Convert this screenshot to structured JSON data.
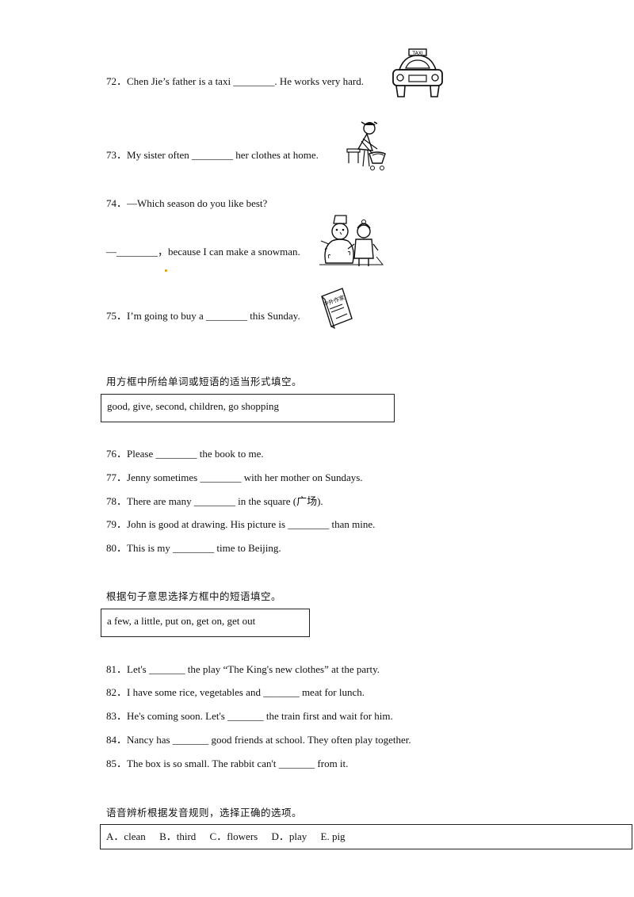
{
  "section1": {
    "q72": {
      "num": "72．",
      "text": "Chen Jie’s father is a taxi ________. He works very hard."
    },
    "q73": {
      "num": "73．",
      "text": "My sister often ________ her clothes at home."
    },
    "q74a": {
      "num": "74．",
      "text": "—Which season do you like best?"
    },
    "q74b": {
      "text": "—________，because I can make a snowman."
    },
    "q75": {
      "num": "75．",
      "text": "I’m going to buy a ________ this Sunday."
    },
    "book_label": "中外作家",
    "taxi_label": "TAXI"
  },
  "section2": {
    "heading": "用方框中所给单词或短语的适当形式填空。",
    "box": "good, give, second, children, go shopping",
    "questions": [
      {
        "num": "76．",
        "text": "Please ________ the book to me."
      },
      {
        "num": "77．",
        "text": "Jenny sometimes ________ with her mother on Sundays."
      },
      {
        "num": "78．",
        "text": "There are many ________ in the square (广场)."
      },
      {
        "num": "79．",
        "text": "John is good at drawing. His picture is ________ than mine."
      },
      {
        "num": "80．",
        "text": "This is my ________ time to Beijing."
      }
    ]
  },
  "section3": {
    "heading": "根据句子意思选择方框中的短语填空。",
    "box": "a few, a little, put on, get on, get out",
    "questions": [
      {
        "num": "81．",
        "text": "Let's _______ the play “The King's new clothes” at the party."
      },
      {
        "num": "82．",
        "text": "I have some rice, vegetables and _______ meat for lunch."
      },
      {
        "num": "83．",
        "text": "He's coming soon. Let's _______ the train first and wait for him."
      },
      {
        "num": "84．",
        "text": "Nancy has _______ good friends at school. They often play together."
      },
      {
        "num": "85．",
        "text": "The box is so small. The rabbit can't _______ from it."
      }
    ]
  },
  "section4": {
    "heading": "语音辨析根据发音规则，选择正确的选项。",
    "options": [
      "A．clean",
      "B．third",
      "C．flowers",
      "D．play",
      "E. pig"
    ]
  }
}
